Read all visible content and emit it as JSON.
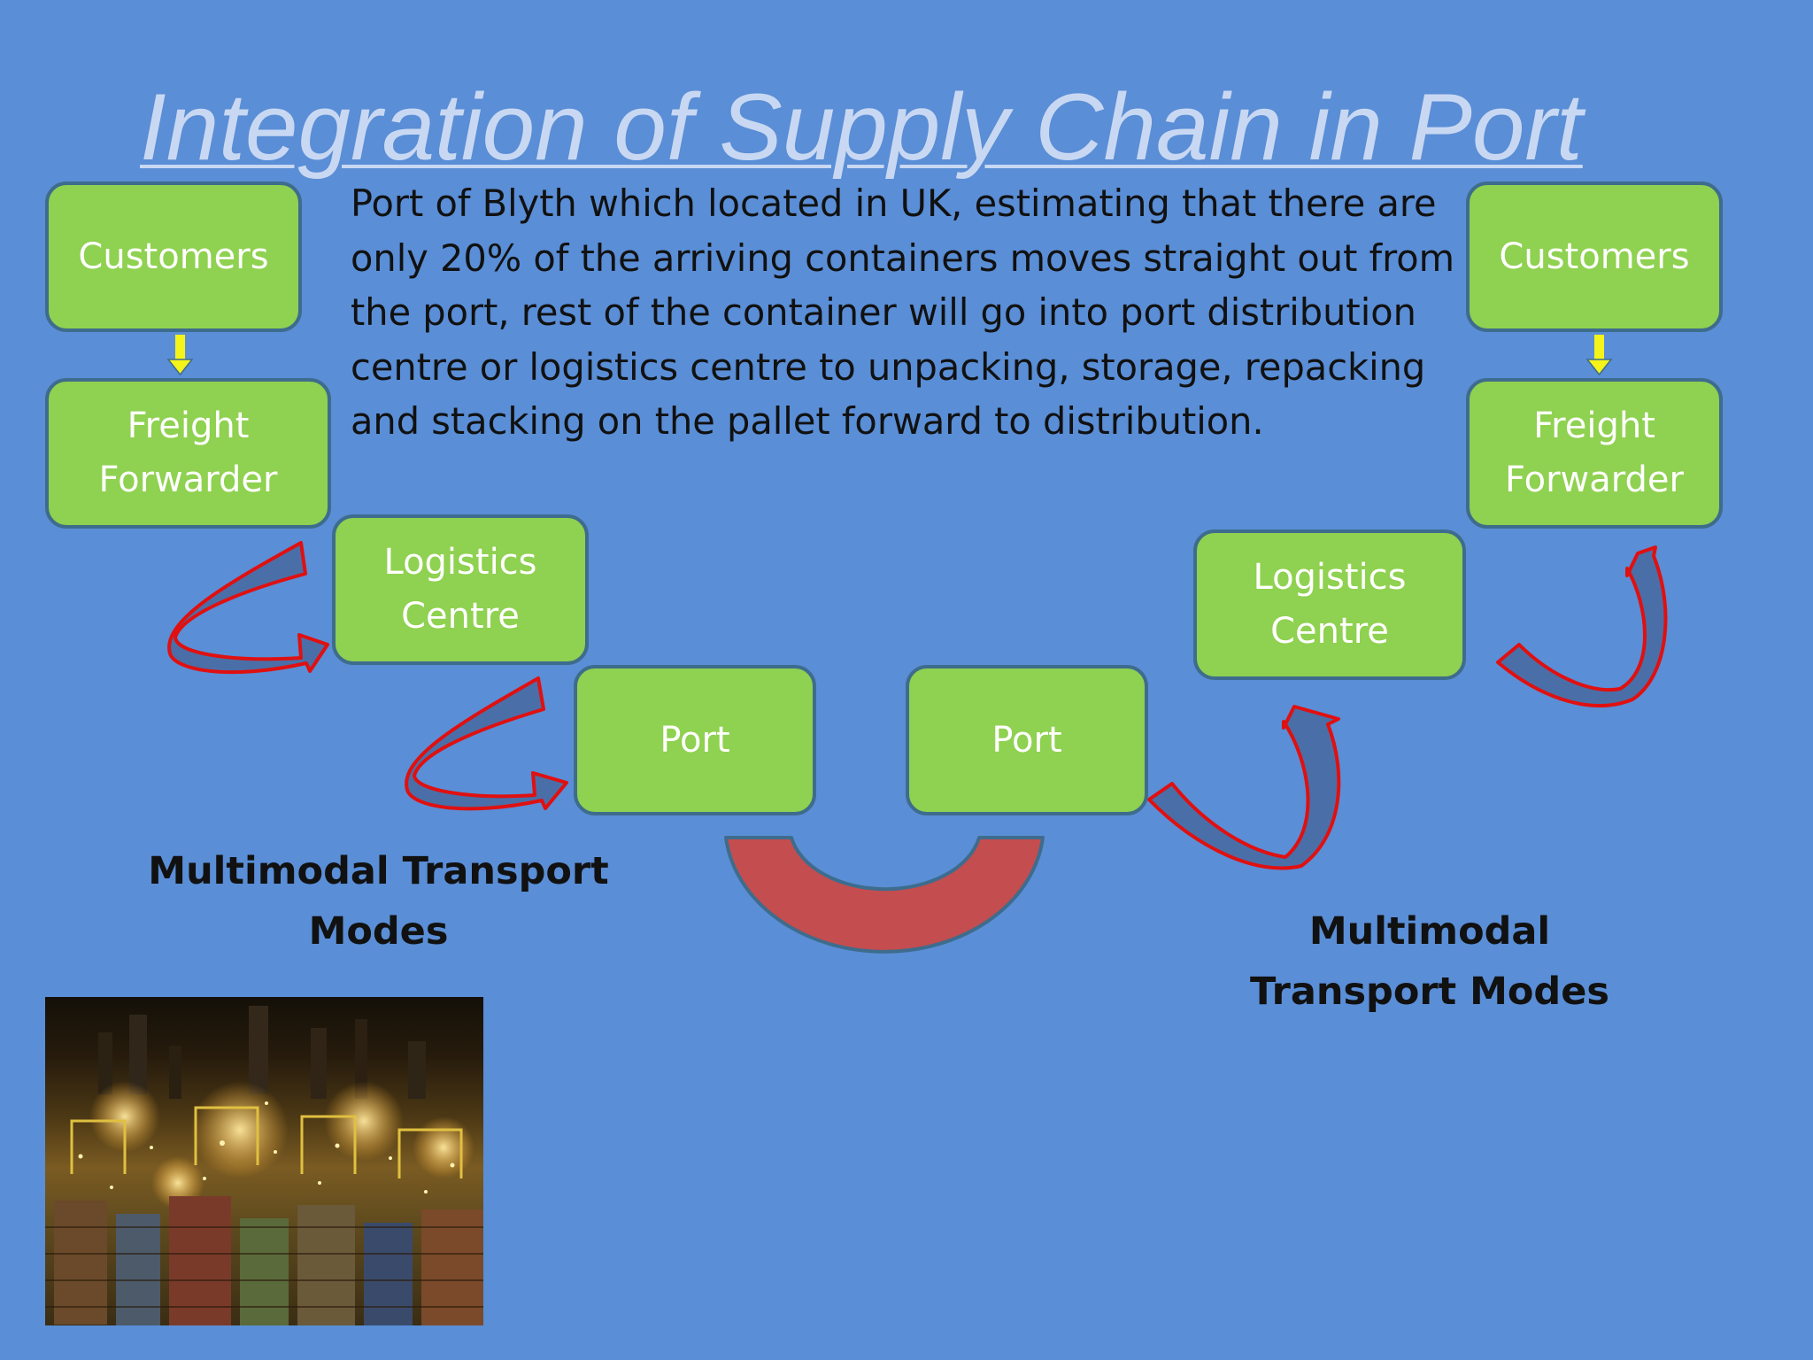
{
  "slide": {
    "title": "Integration of Supply Chain in Port",
    "body_text": "Port of Blyth which located in UK, estimating that there are only 20% of the arriving containers moves straight out from the port, rest of the container will go into port distribution centre or logistics centre to unpacking, storage, repacking and stacking on the pallet forward to distribution."
  },
  "left_chain": {
    "customers": "Customers",
    "freight_forwarder": "Freight\nForwarder",
    "logistics_centre": "Logistics\nCentre",
    "port": "Port",
    "multimodal_label": "Multimodal Transport\nModes"
  },
  "right_chain": {
    "customers": "Customers",
    "freight_forwarder": "Freight\nForwarder",
    "logistics_centre": "Logistics\nCentre",
    "port": "Port",
    "multimodal_label": "Multimodal\nTransport Modes"
  },
  "colors": {
    "background": "#5a8ed6",
    "node_fill": "#8fd150",
    "node_border": "#3e6c8d",
    "arrow_fill": "#4a6fa8",
    "arrow_stroke": "#e01010",
    "connector_fill": "#c44d4f",
    "down_arrow": "#f4f41a"
  },
  "image": {
    "icon": "port-container-terminal-photo"
  }
}
